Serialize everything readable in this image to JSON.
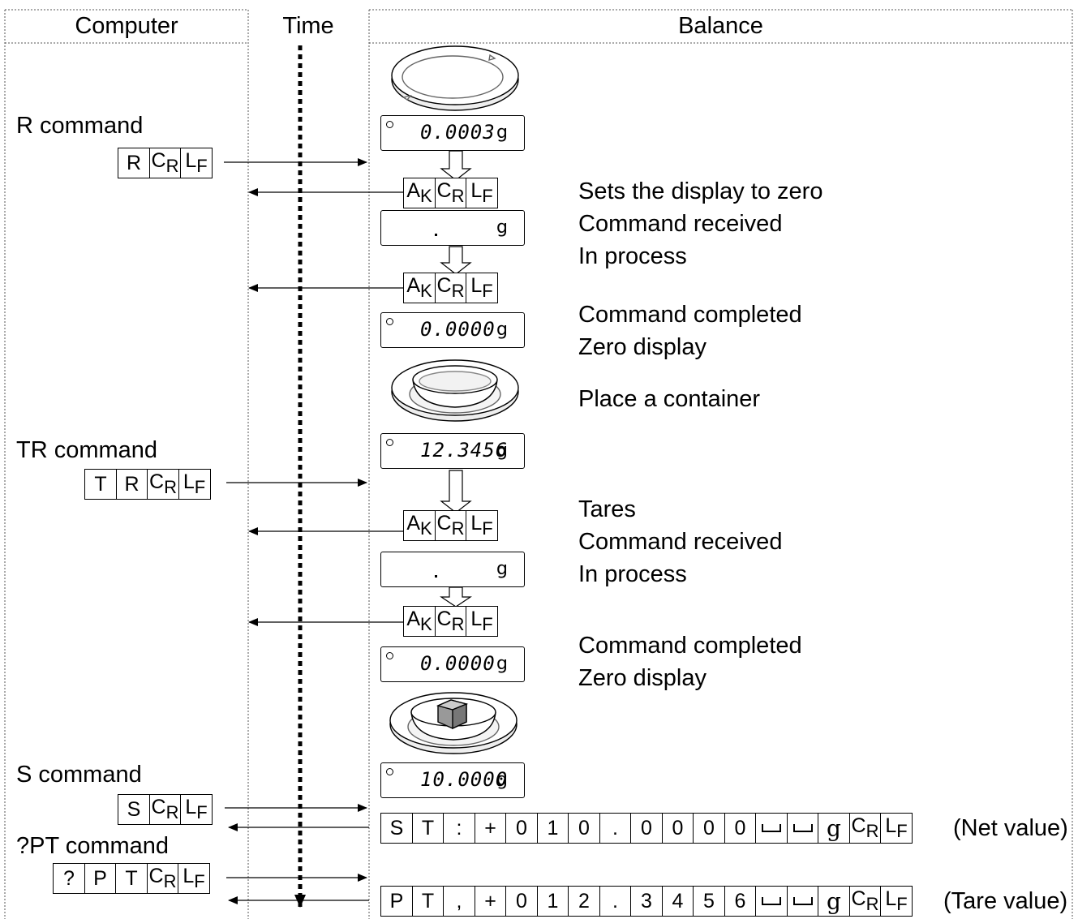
{
  "headers": {
    "computer": "Computer",
    "time": "Time",
    "balance": "Balance"
  },
  "commands": {
    "r": "R command",
    "tr": "TR command",
    "s": "S command",
    "pt": "?PT command"
  },
  "notes": {
    "set_zero": "Sets the display to zero",
    "cmd_received_1": "Command received",
    "in_process_1": "In process",
    "cmd_completed_1": "Command completed",
    "zero_display_1": "Zero display",
    "place_container": "Place a container",
    "tares": "Tares",
    "cmd_received_2": "Command received",
    "in_process_2": "In process",
    "cmd_completed_2": "Command completed",
    "zero_display_2": "Zero display",
    "net_value": "(Net value)",
    "tare_value": "(Tare value)"
  },
  "displays": {
    "d1": "0.0003",
    "d2": "0.0000",
    "d3": "12.3456",
    "d4": "0.0000",
    "d5": "10.0000",
    "unit": "g"
  },
  "codes": {
    "r": [
      "R",
      "C_R",
      "L_F"
    ],
    "tr": [
      "T",
      "R",
      "C_R",
      "L_F"
    ],
    "s": [
      "S",
      "C_R",
      "L_F"
    ],
    "pt": [
      "?",
      "P",
      "T",
      "C_R",
      "L_F"
    ],
    "ack": [
      "A_K",
      "C_R",
      "L_F"
    ],
    "net": [
      "S",
      "T",
      ":",
      "+",
      "0",
      "1",
      "0",
      ".",
      "0",
      "0",
      "0",
      "0",
      "␣",
      "␣",
      "g",
      "C_R",
      "L_F"
    ],
    "tare": [
      "P",
      "T",
      ",",
      "+",
      "0",
      "1",
      "2",
      ".",
      "3",
      "4",
      "5",
      "6",
      "␣",
      "␣",
      "g",
      "C_R",
      "L_F"
    ]
  }
}
